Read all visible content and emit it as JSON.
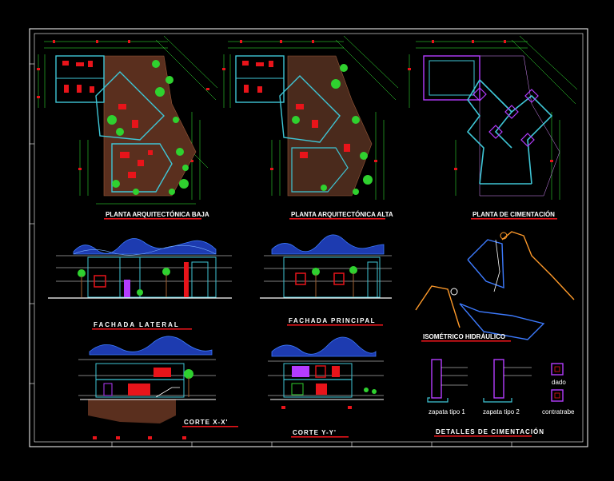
{
  "sheet": {
    "background": "#000000",
    "frame_color": "#ffffff",
    "accent_red": "#e8141a",
    "wall_cyan": "#3fc6d6",
    "plant_green": "#2fd12f",
    "dim_green": "#39ff3a",
    "sky_blue": "#3d7bff",
    "pipe_orange": "#ff9a2a",
    "floor_brown": "#9a5a3a",
    "magenta": "#b43cff"
  },
  "views": {
    "planta_baja": "PLANTA ARQUITECTÓNICA BAJA",
    "planta_alta": "PLANTA ARQUITECTÓNICA ALTA",
    "planta_cimentacion": "PLANTA DE CIMENTACIÓN",
    "fachada_lateral": "FACHADA LATERAL",
    "fachada_principal": "FACHADA PRINCIPAL",
    "isometrico": "ISOMÉTRICO HIDRÁULICO",
    "corte_x": "CORTE X-X'",
    "corte_y": "CORTE Y-Y'",
    "detalles": "DETALLES DE CIMENTACIÓN"
  },
  "details": {
    "zapata_1": "zapata tipo 1",
    "zapata_2": "zapata tipo 2",
    "dado": "dado",
    "contratrabe": "contratrabe"
  }
}
